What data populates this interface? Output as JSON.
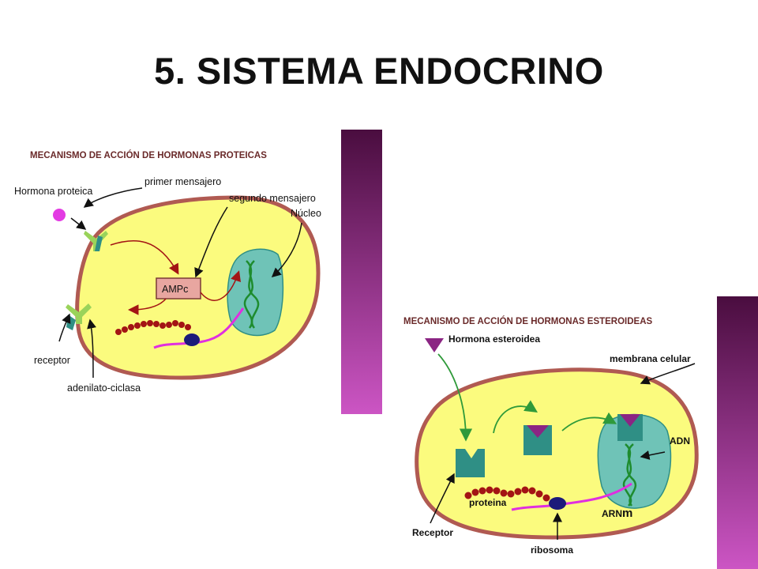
{
  "slide": {
    "title": "5. SISTEMA ENDOCRINO"
  },
  "colors": {
    "band_top": "#4a0d3f",
    "band_bottom": "#cc55c4",
    "cell_fill": "#fbfb7e",
    "membrane": "#b05a52",
    "nucleus": "#6fc3b7",
    "receptor_green": "#9ad35a",
    "receptor_teal": "#2f8f85",
    "hormone_purple": "#8b2583",
    "protein_red": "#a31414",
    "mrna_magenta": "#e02fe0",
    "ribosome": "#1c1a7a",
    "dna_green": "#1e8c2e",
    "ampc_box": "#e8a6a0"
  },
  "diagram_proteic": {
    "heading": "MECANISMO DE ACCIÓN DE HORMONAS PROTEICAS",
    "labels": {
      "hormona": "Hormona proteica",
      "primer": "primer mensajero",
      "segundo": "segundo mensajero",
      "nucleo": "Núcleo",
      "ampc": "AMPc",
      "receptor": "receptor",
      "adenilato": "adenilato-ciclasa"
    }
  },
  "diagram_steroid": {
    "heading": "MECANISMO DE ACCIÓN DE HORMONAS ESTEROIDEAS",
    "labels": {
      "hormona": "Hormona esteroidea",
      "membrana": "membrana celular",
      "adn": "ADN",
      "proteina": "proteina",
      "arn": "ARN",
      "arn_sub": "m",
      "receptor": "Receptor",
      "ribosoma": "ribosoma"
    }
  }
}
